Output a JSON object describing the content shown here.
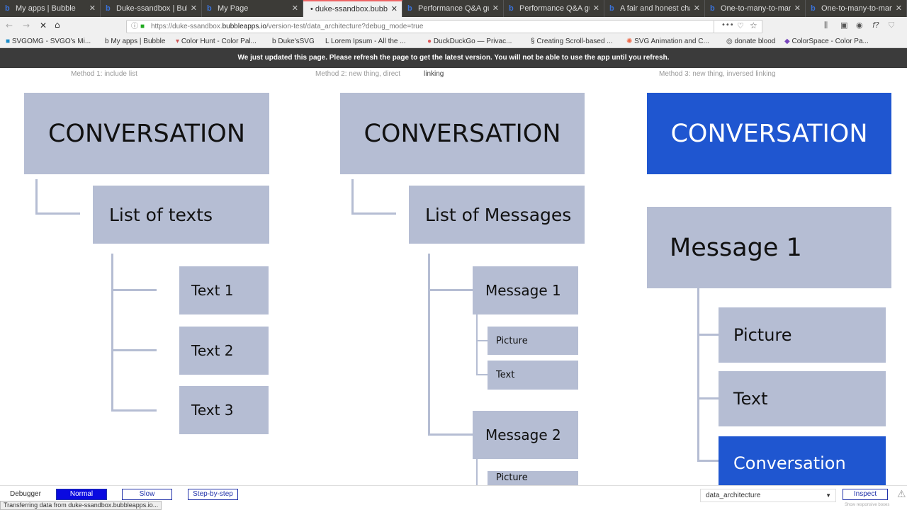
{
  "browser": {
    "tabs": [
      {
        "label": "My apps | Bubble"
      },
      {
        "label": "Duke-ssandbox | Bub"
      },
      {
        "label": "My Page"
      },
      {
        "label": "• duke-ssandbox.bubb",
        "active": true
      },
      {
        "label": "Performance Q&A gu"
      },
      {
        "label": "Performance Q&A gu"
      },
      {
        "label": "A fair and honest cha"
      },
      {
        "label": "One-to-many-to-many"
      },
      {
        "label": "One-to-many-to-man"
      }
    ],
    "url_prefix": "https://duke-ssandbox.",
    "url_domain": "bubbleapps.io",
    "url_path": "/version-test/data_architecture?debug_mode=true",
    "bookmarks": [
      "SVGOMG - SVGO's Mi...",
      "My apps | Bubble",
      "Color Hunt - Color Pal...",
      "Duke'sSVG",
      "Lorem Ipsum - All the ...",
      "DuckDuckGo — Privac...",
      "Creating Scroll-based ...",
      "SVG Animation and C...",
      "donate blood",
      "ColorSpace - Color Pa..."
    ]
  },
  "banner": "We just updated this page. Please refresh the page to get the latest version. You will not be able to use the app until you refresh.",
  "method_labels": {
    "m1": "Method 1: include list",
    "m2": "Method 2: new thing, direct",
    "m2_wrap": "linking",
    "m3": "Method 3: new thing, inversed linking"
  },
  "col1": {
    "header": "CONVERSATION",
    "list": "List of texts",
    "items": [
      "Text 1",
      "Text 2",
      "Text 3"
    ]
  },
  "col2": {
    "header": "CONVERSATION",
    "list": "List of Messages",
    "m1": "Message 1",
    "m1_fields": [
      "Picture",
      "Text"
    ],
    "m2": "Message 2",
    "m2_fields": [
      "Picture"
    ]
  },
  "col3": {
    "header": "CONVERSATION",
    "message": "Message 1",
    "fields": [
      "Picture",
      "Text",
      "Conversation"
    ]
  },
  "debugger": {
    "label": "Debugger",
    "modes": [
      "Normal",
      "Slow",
      "Step-by-step"
    ],
    "active_mode": "Normal",
    "page_select": "data_architecture",
    "inspect": "Inspect",
    "responsive": "Show responsive boxes",
    "status": "Transferring data from duke-ssandbox.bubbleapps.io..."
  },
  "colors": {
    "box": "#b5bdd3",
    "accent": "#1f56d0"
  }
}
